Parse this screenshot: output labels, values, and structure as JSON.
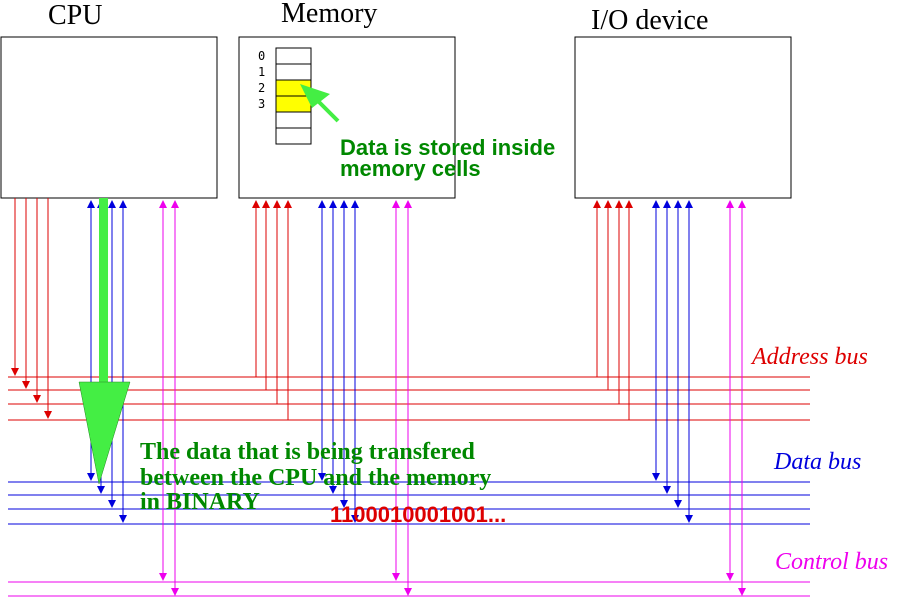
{
  "components": {
    "cpu": "CPU",
    "memory": "Memory",
    "io": "I/O device"
  },
  "memory_cells": {
    "indices": [
      "0",
      "1",
      "2",
      "3"
    ],
    "highlight_color": "#ffff00"
  },
  "buses": {
    "address": {
      "label": "Address bus",
      "color": "#dd0000"
    },
    "data": {
      "label": "Data bus",
      "color": "#0000dd"
    },
    "control": {
      "label": "Control bus",
      "color": "#ee00ee"
    }
  },
  "annotations": {
    "memory_note": [
      "Data is stored inside",
      "memory cells"
    ],
    "transfer_note": [
      "The data that is being transfered",
      "between the CPU and the memory",
      "in BINARY"
    ],
    "binary_value": "1100010001001...",
    "note_color": "#008800",
    "arrow_color": "#44ee44",
    "binary_color": "#dd0000"
  }
}
